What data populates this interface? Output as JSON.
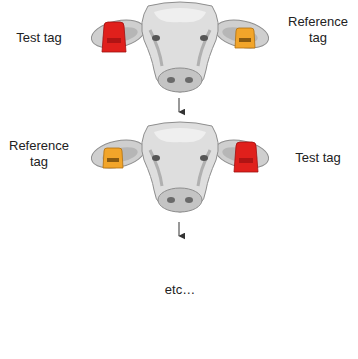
{
  "diagram": {
    "labels": [
      "Test tag",
      "Reference tag",
      "Reference tag",
      "Test tag",
      "etc…"
    ]
  }
}
